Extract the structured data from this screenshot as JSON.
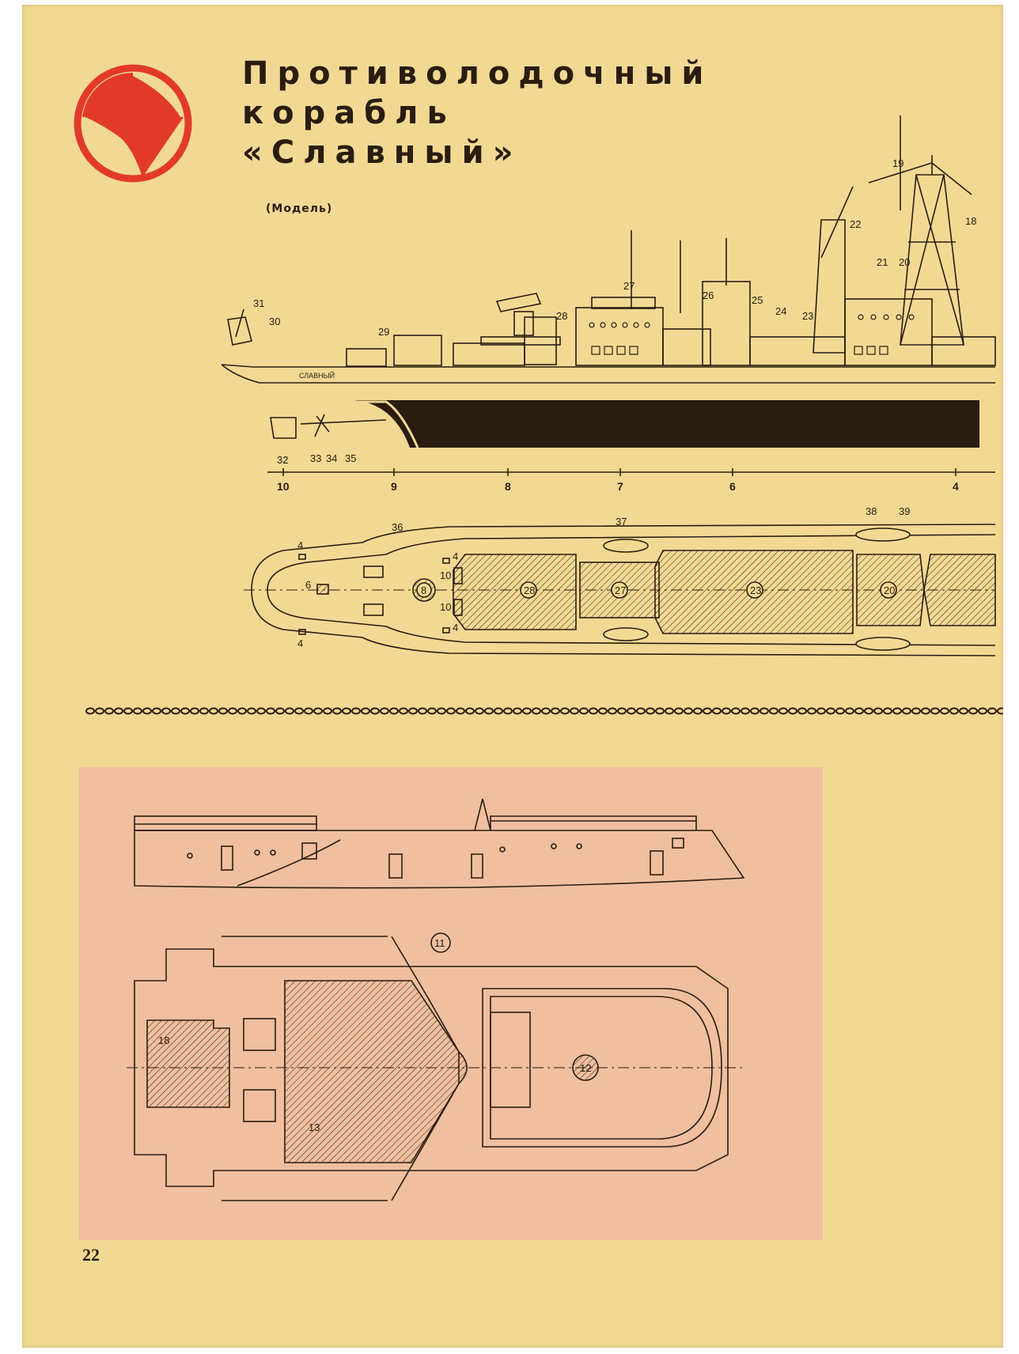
{
  "header": {
    "title_lines": [
      "Противолодочный",
      "корабль",
      "«Славный»"
    ],
    "subtitle": "(Модель)"
  },
  "logo": {
    "icon": "magazine-emblem-icon",
    "color": "#e23a2a"
  },
  "side_view": {
    "ship_name": "СЛАВНЫЙ",
    "callouts": [
      "18",
      "19",
      "20",
      "21",
      "22",
      "23",
      "24",
      "25",
      "26",
      "27",
      "28",
      "29",
      "30",
      "31",
      "32",
      "33",
      "34",
      "35"
    ]
  },
  "scale": {
    "ticks": [
      "10",
      "9",
      "8",
      "7",
      "6",
      "4"
    ]
  },
  "plan_view": {
    "callouts": [
      "36",
      "37",
      "38",
      "39",
      "4",
      "4",
      "4",
      "4",
      "6",
      "10",
      "10"
    ],
    "circled": [
      "8",
      "28",
      "27",
      "23",
      "20"
    ]
  },
  "detail": {
    "circled": [
      "11",
      "12",
      "13",
      "18"
    ]
  },
  "page_number": "22",
  "colors": {
    "paper": "#f2d993",
    "ink": "#2a1d10",
    "pink_panel": "#efbf9f",
    "logo_red": "#e23a2a"
  }
}
